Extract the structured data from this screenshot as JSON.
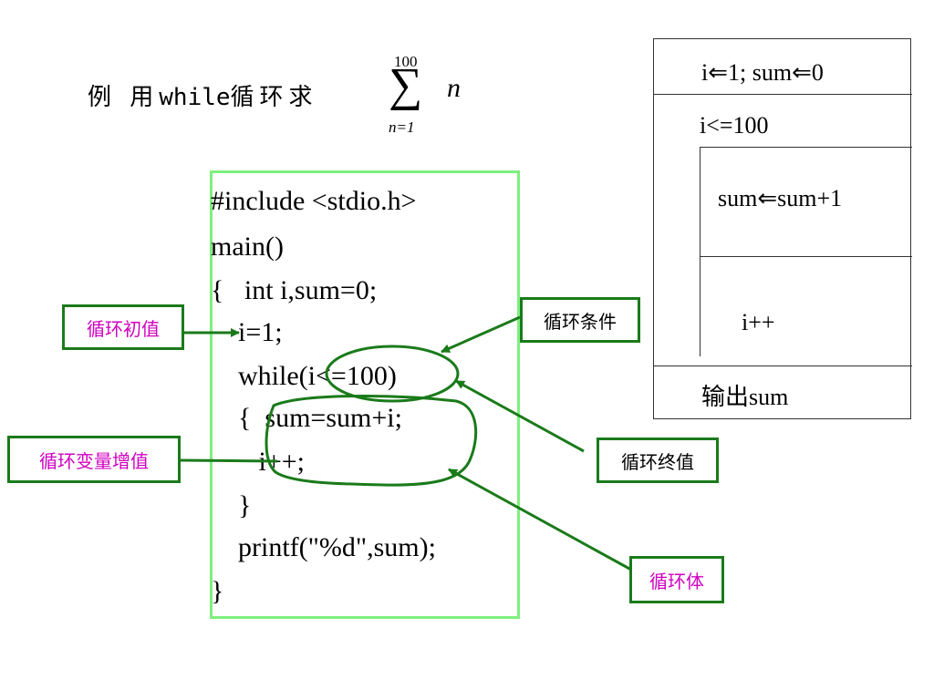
{
  "title": {
    "prefix": "例 用",
    "keyword": "while",
    "suffix": "循环求",
    "sum_upper": "100",
    "sum_symbol": "∑",
    "sum_lower": "n=1",
    "sum_term": "n"
  },
  "code": {
    "lines": [
      "#include <stdio.h>",
      "main()",
      "{   int i,sum=0;",
      "    i=1;",
      "    while(i<=100)",
      "    {  sum=sum+i;",
      "       i++;",
      "    }",
      "    printf(\"%d\",sum);",
      "}"
    ]
  },
  "labels": {
    "init": "循环初值",
    "condition": "循环条件",
    "increment": "循环变量增值",
    "final": "循环终值",
    "body": "循环体"
  },
  "flowchart": {
    "init": "i⇐1; sum⇐0",
    "loop_condition": "i<=100",
    "body_stmt1": "sum⇐sum+1",
    "body_stmt2": "i++",
    "output": "输出sum"
  },
  "colors": {
    "code_border": "#7ef07e",
    "label_border": "#1a7a1a",
    "arrow": "#1a7a1a",
    "magenta_text": "#d000c0"
  }
}
